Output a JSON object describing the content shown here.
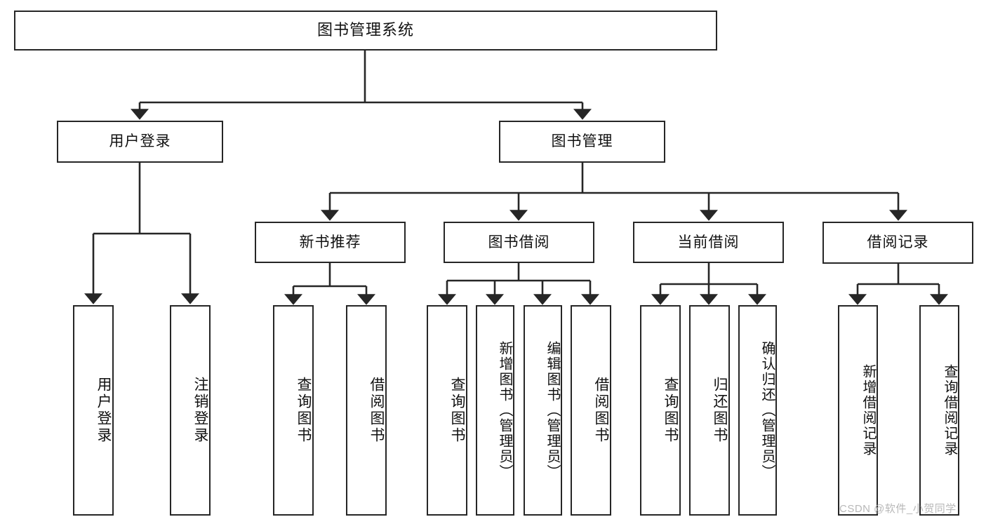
{
  "diagram": {
    "type": "tree-hierarchy",
    "title": "图书管理系统",
    "orientation": "top-down",
    "stroke_color": "#262626",
    "fill_color": "#ffffff",
    "text_color": "#111111",
    "levels": 4
  },
  "root": {
    "label": "图书管理系统"
  },
  "level2": [
    {
      "label": "用户登录"
    },
    {
      "label": "图书管理"
    }
  ],
  "level3": [
    {
      "label": "新书推荐"
    },
    {
      "label": "图书借阅"
    },
    {
      "label": "当前借阅"
    },
    {
      "label": "借阅记录"
    }
  ],
  "leaves": {
    "user_login": [
      {
        "label": "用户登录"
      },
      {
        "label": "注销登录"
      }
    ],
    "new_book_recommend": [
      {
        "label": "查询图书"
      },
      {
        "label": "借阅图书"
      }
    ],
    "book_borrow": [
      {
        "label": "查询图书"
      },
      {
        "label": "新增图书（管理员）"
      },
      {
        "label": "编辑图书（管理员）"
      },
      {
        "label": "借阅图书"
      }
    ],
    "current_borrow": [
      {
        "label": "查询图书"
      },
      {
        "label": "归还图书"
      },
      {
        "label": "确认归还（管理员）"
      }
    ],
    "borrow_record": [
      {
        "label": "新增借阅记录"
      },
      {
        "label": "查询借阅记录"
      }
    ]
  },
  "watermark": {
    "text": "CSDN @软件_小贺同学",
    "color": "#b8b8b8"
  }
}
